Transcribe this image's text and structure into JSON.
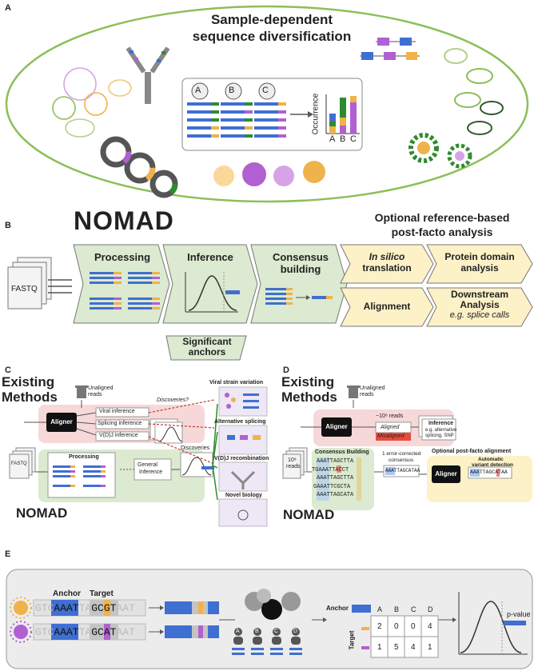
{
  "panels": {
    "a": "A",
    "b": "B",
    "c": "C",
    "d": "D",
    "e": "E"
  },
  "panel_a": {
    "title_line1": "Sample-dependent",
    "title_line2": "sequence diversification",
    "samples": [
      "A",
      "B",
      "C"
    ],
    "ylabel": "Occurrence",
    "bar_labels": [
      "A",
      "B",
      "C"
    ],
    "colors": {
      "blue": "#3f6fd1",
      "green": "#2e8b2e",
      "orange": "#f0b24a",
      "purple": "#b060d0",
      "outline": "#8cbf5a"
    }
  },
  "panel_b": {
    "nomad": "NOMAD",
    "optional_title_line1": "Optional reference-based",
    "optional_title_line2": "post-facto analysis",
    "fastq": "FASTQ",
    "processing": "Processing",
    "inference": "Inference",
    "consensus_line1": "Consensus",
    "consensus_line2": "building",
    "significant_line1": "Significant",
    "significant_line2": "anchors",
    "insilico_line1": "In silico",
    "insilico_line2": "translation",
    "protein_line1": "Protein domain",
    "protein_line2": "analysis",
    "alignment": "Alignment",
    "downstream_line1": "Downstream",
    "downstream_line2": "Analysis",
    "downstream_line3": "e.g. splice calls",
    "colors": {
      "green": "#dbead0",
      "cream": "#fdf1c7"
    }
  },
  "panel_c": {
    "existing_line1": "Existing",
    "existing_line2": "Methods",
    "unaligned_line1": "Unaligned",
    "unaligned_line2": "reads",
    "aligner": "Aligner",
    "viral": "Viral inference",
    "splicing": "Splicing inference",
    "vdj": "V(D)J inference",
    "discoveries_q": "Discoveries?",
    "fastq": "FASTQ",
    "processing": "Processing",
    "general_line1": "General",
    "general_line2": "Inference",
    "discoveries": "Discoveries",
    "nomad": "NOMAD",
    "out_viral": "Viral strain variation",
    "out_splicing": "Alternative splicing",
    "out_vdj": "V(D)J recombination",
    "out_novel": "Novel biology"
  },
  "panel_d": {
    "existing_line1": "Existing",
    "existing_line2": "Methods",
    "unaligned_line1": "Unaligned",
    "unaligned_line2": "reads",
    "aligner": "Aligner",
    "reads_count": "~10⁸ reads",
    "aligned": "Aligned",
    "misaligned": "Misaligned",
    "inference_title": "Inference",
    "inference_line1": "e.g. alternative",
    "inference_line2": "splicing, SNP",
    "input_reads_line1": "10⁸",
    "input_reads_line2": "reads",
    "consensus_title": "Consensus Building",
    "seqs": [
      "AAATTAGCTTA",
      "TGAAATTACCT",
      "AAATTAGCTTA",
      "GAAATTCGCTA",
      "AAATTAGCATA"
    ],
    "one_consensus_line1": "1 error-corrected",
    "one_consensus_line2": "consensus",
    "consensus_seq": "AAATTAGCATAA",
    "optional_title": "Optional post-facto alignment",
    "aligner2": "Aligner",
    "variant_line1": "Automatic",
    "variant_line2": "variant detection",
    "variant_seq": "AAATTAGCATAA",
    "nomad": "NOMAD"
  },
  "panel_e": {
    "anchor_label": "Anchor",
    "target_label": "Target",
    "row1": {
      "pre": "GTC",
      "anchor": "AAAT",
      "mid": "TA",
      "target": "GCGT",
      "post": "AAT"
    },
    "row2": {
      "pre": "GTC",
      "anchor": "AAAT",
      "mid": "TA",
      "target": "GCAT",
      "post": "AAT"
    },
    "samples": [
      "A",
      "B",
      "C",
      "D"
    ],
    "table_anchor": "Anchor",
    "table_target": "Target",
    "columns": [
      "A",
      "B",
      "C",
      "D"
    ],
    "counts": [
      [
        2,
        0,
        0,
        4
      ],
      [
        1,
        5,
        4,
        1
      ]
    ],
    "pvalue": "p-value"
  }
}
